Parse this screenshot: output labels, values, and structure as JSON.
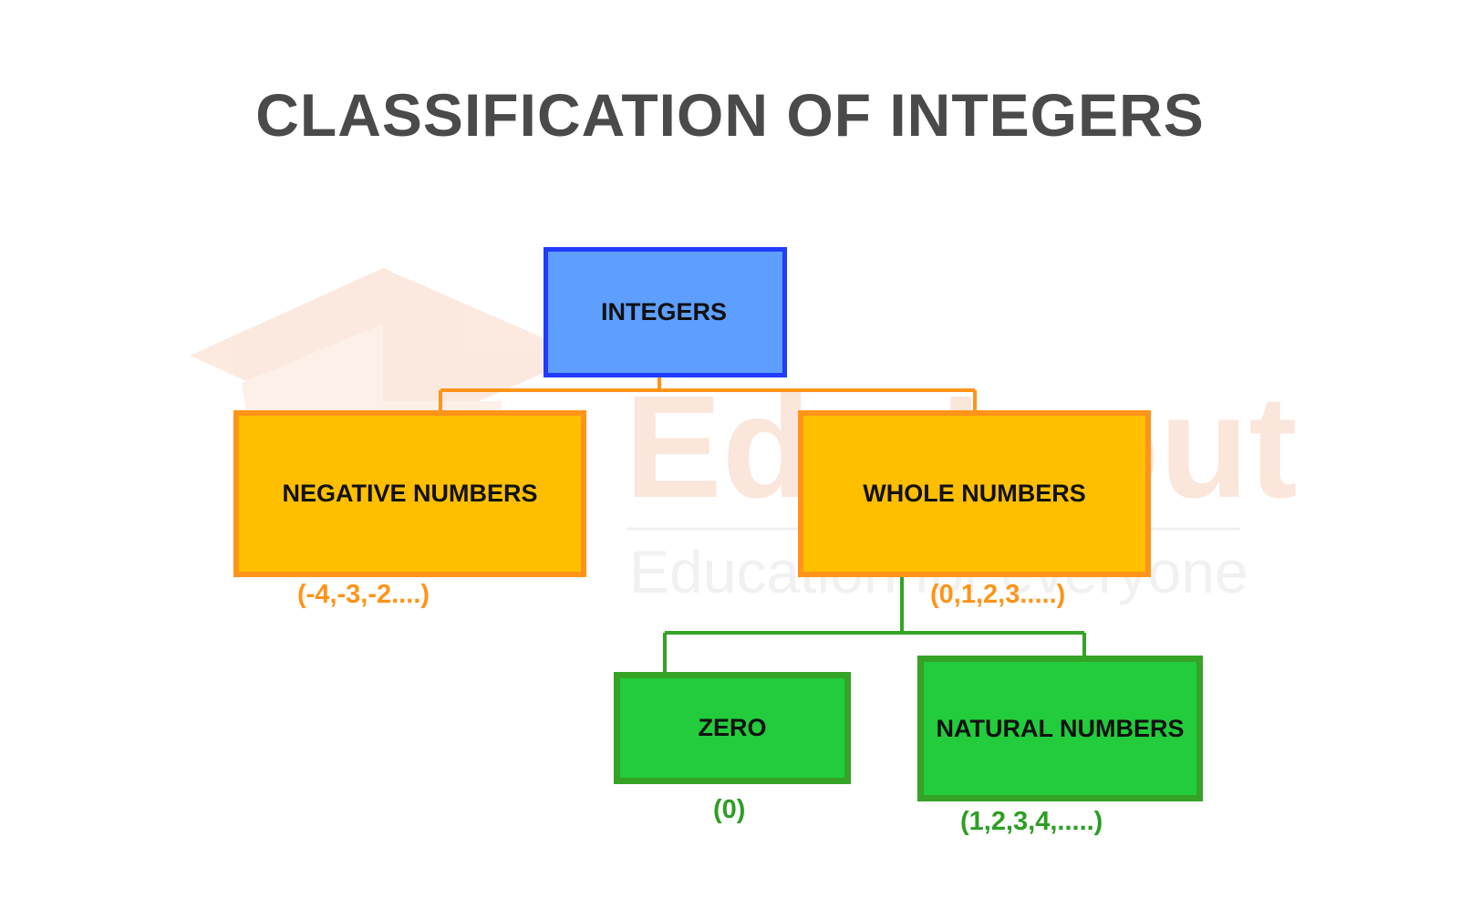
{
  "title": "CLASSIFICATION OF INTEGERS",
  "nodes": {
    "integers": {
      "label": "INTEGERS"
    },
    "negative": {
      "label": "NEGATIVE NUMBERS",
      "example": "(-4,-3,-2....)"
    },
    "whole": {
      "label": "WHOLE NUMBERS",
      "example": "(0,1,2,3.....)"
    },
    "zero": {
      "label": "ZERO",
      "example": "(0)"
    },
    "natural": {
      "label": "NATURAL NUMBERS",
      "example": "(1,2,3,4,.....)"
    }
  },
  "watermark": {
    "brand": "Edu Input",
    "tagline": "Education for everyone"
  },
  "colors": {
    "title": "#4a4a4a",
    "integers_fill": "#5e9eff",
    "integers_border": "#1f3cff",
    "orange_fill": "#ffbf00",
    "orange_border": "#ff9419",
    "green_fill": "#22cc3c",
    "green_border": "#35a325",
    "orange_text": "#ff9419",
    "green_text": "#2d9e24"
  }
}
